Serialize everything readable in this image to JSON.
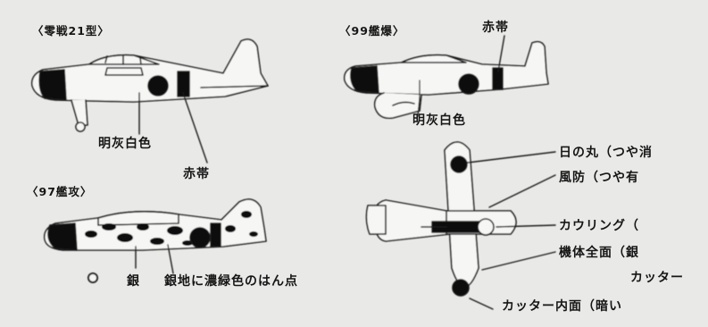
{
  "aircraft": {
    "zero_type21": {
      "title": "〈零戦21型〉",
      "body_color_label": "明灰白色",
      "band_label": "赤帯"
    },
    "type99_bomber": {
      "title": "〈99艦爆〉",
      "band_label": "赤帯",
      "body_color_label": "明灰白色"
    },
    "type97_attack": {
      "title": "〈97艦攻〉",
      "base_label": "銀",
      "camo_label": "銀地に濃緑色のはん点",
      "wheel_glyph": "O"
    }
  },
  "topview_callouts": [
    "日の丸（つや消",
    "風防（つや有",
    "カウリング（",
    "機体全面（銀",
    "カッター",
    "カッター内面（暗い"
  ],
  "colors": {
    "background": "#e9e9e7",
    "ink": "#161616",
    "plane_body": "#f6f6f4"
  }
}
